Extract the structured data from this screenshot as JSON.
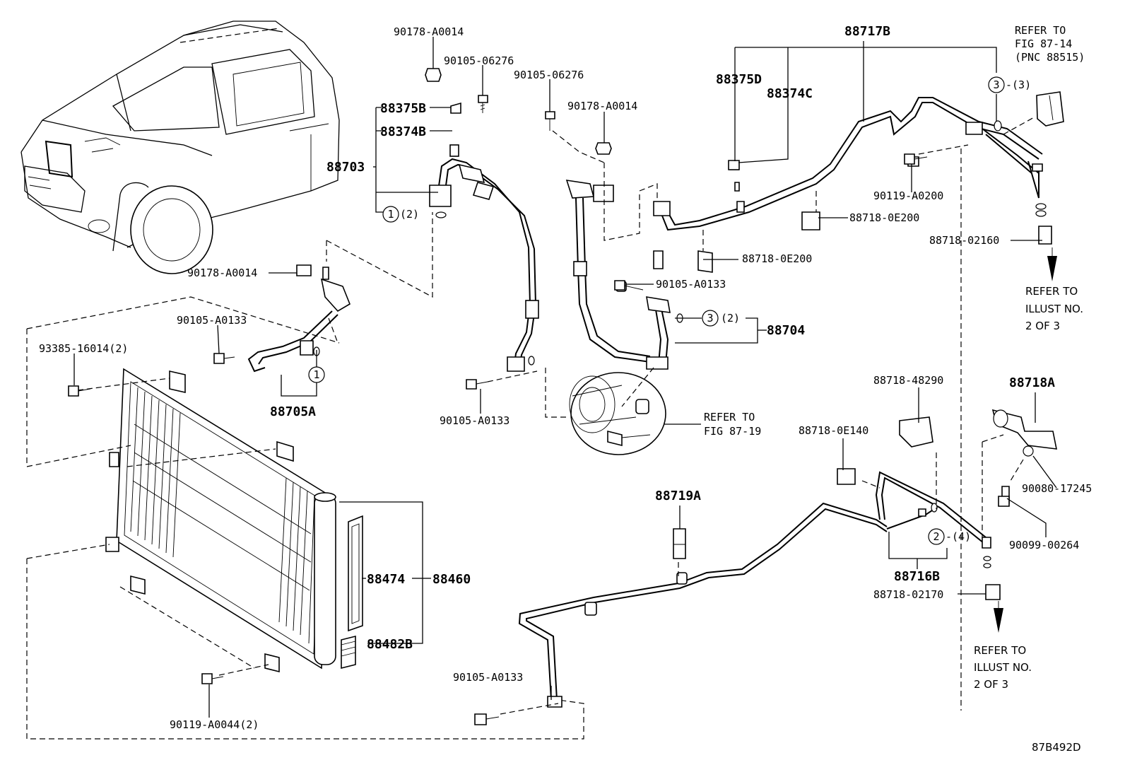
{
  "labels": {
    "p90178_top": "90178-A0014",
    "p90105_a": "90105-06276",
    "p90105_b": "90105-06276",
    "p90178_mid": "90178-A0014",
    "p88375B": "88375B",
    "p88374B": "88374B",
    "p88703": "88703",
    "c1_qty": "(2)",
    "p90178_left": "90178-A0014",
    "p90105_left": "90105-A0133",
    "p93385": "93385-16014(2)",
    "p88705A": "88705A",
    "p90105_comp": "90105-A0133",
    "p88717B": "88717B",
    "p88375D": "88375D",
    "p88374C": "88374C",
    "refer_fig8714_a": "REFER TO",
    "refer_fig8714_b": "FIG 87-14",
    "refer_fig8714_c": "(PNC 88515)",
    "c3_qty_top": "-(3)",
    "p90119_a0200": "90119-A0200",
    "p88718_0E200_a": "88718-0E200",
    "p88718_0E200_b": "88718-0E200",
    "p88718_02160": "88718-02160",
    "p90105_a0133_mid": "90105-A0133",
    "c3_qty_mid": "(2)",
    "p88704": "88704",
    "refer_illust_a1": "REFER TO",
    "refer_illust_a2": "ILLUST NO.",
    "refer_illust_a3": "2 OF 3",
    "refer_fig8719_a": "REFER TO",
    "refer_fig8719_b": "FIG 87-19",
    "p88718_48290": "88718-48290",
    "p88718A": "88718A",
    "p88718_0E140": "88718-0E140",
    "p90080": "90080-17245",
    "p88719A": "88719A",
    "c2_qty": "-(4)",
    "p90099": "90099-00264",
    "p88716B": "88716B",
    "p88718_02170": "88718-02170",
    "refer_illust_b1": "REFER TO",
    "refer_illust_b2": "ILLUST NO.",
    "refer_illust_b3": "2 OF 3",
    "p88474": "88474",
    "p88460": "88460",
    "p88482B": "88482B",
    "p90105_bottom": "90105-A0133",
    "p90119_a0044": "90119-A0044(2)",
    "drawing_code": "87B492D",
    "circle1": "1",
    "circle2": "2",
    "circle3": "3"
  }
}
